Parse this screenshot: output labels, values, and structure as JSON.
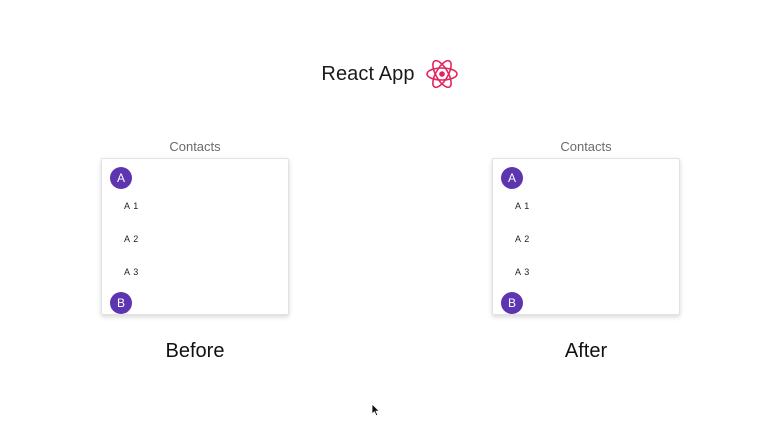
{
  "app": {
    "title": "React App",
    "logo_icon": "react-atom-icon",
    "logo_color": "#e0245e"
  },
  "panels": [
    {
      "heading": "Contacts",
      "groups": [
        {
          "letter": "A",
          "items": [
            "A 1",
            "A 2",
            "A 3"
          ]
        },
        {
          "letter": "B",
          "items": []
        }
      ],
      "caption": "Before"
    },
    {
      "heading": "Contacts",
      "groups": [
        {
          "letter": "A",
          "items": [
            "A 1",
            "A 2",
            "A 3"
          ]
        },
        {
          "letter": "B",
          "items": []
        }
      ],
      "caption": "After"
    }
  ],
  "colors": {
    "avatar": "#5e35b1"
  }
}
